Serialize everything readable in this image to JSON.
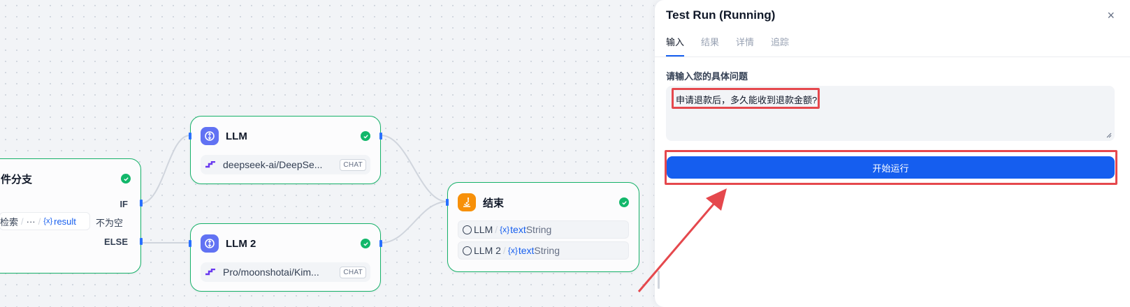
{
  "workflow": {
    "condition_node": {
      "title": "件分支",
      "if_label": "IF",
      "else_label": "ELSE",
      "condition": {
        "source": "检索",
        "ellipsis": "···",
        "var_icon": "{x}",
        "variable": "result",
        "operator": "不为空"
      }
    },
    "llm_node": {
      "title": "LLM",
      "model": "deepseek-ai/DeepSe...",
      "badge": "CHAT"
    },
    "llm2_node": {
      "title": "LLM 2",
      "model": "Pro/moonshotai/Kim...",
      "badge": "CHAT"
    },
    "end_node": {
      "title": "结束",
      "outputs": [
        {
          "source": "LLM",
          "var_icon": "{x}",
          "variable": "text",
          "type": "String"
        },
        {
          "source": "LLM 2",
          "var_icon": "{x}",
          "variable": "text",
          "type": "String"
        }
      ]
    }
  },
  "panel": {
    "title": "Test Run (Running)",
    "close_icon": "×",
    "tabs": [
      "输入",
      "结果",
      "详情",
      "追踪"
    ],
    "active_tab": "输入",
    "field_label": "请输入您的具体问题",
    "input_value": "申请退款后，多久能收到退款金额?",
    "run_button": "开始运行"
  },
  "colors": {
    "accent": "#155eef",
    "success": "#17b26a",
    "annotation": "#e5484d",
    "llm_icon": "#6172f3",
    "end_icon": "#f79009"
  }
}
